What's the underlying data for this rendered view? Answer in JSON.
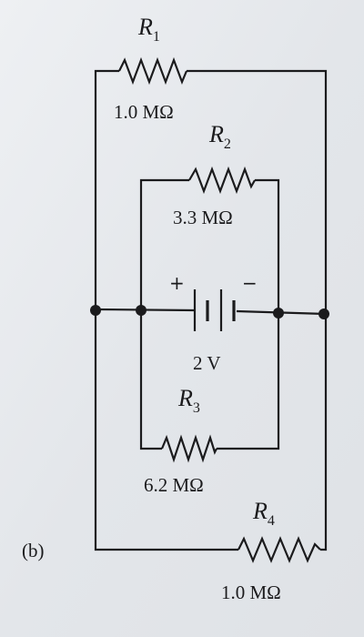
{
  "figure_label": "(b)",
  "resistors": [
    {
      "symbol": "R",
      "subscript": "1",
      "value": "1.0 MΩ"
    },
    {
      "symbol": "R",
      "subscript": "2",
      "value": "3.3 MΩ"
    },
    {
      "symbol": "R",
      "subscript": "3",
      "value": "6.2 MΩ"
    },
    {
      "symbol": "R",
      "subscript": "4",
      "value": "1.0 MΩ"
    }
  ],
  "battery": {
    "positive_sign": "+",
    "negative_sign": "−",
    "value": "2 V"
  },
  "colors": {
    "ink": "#1b1b1d",
    "paper": "#e6e8ec"
  }
}
